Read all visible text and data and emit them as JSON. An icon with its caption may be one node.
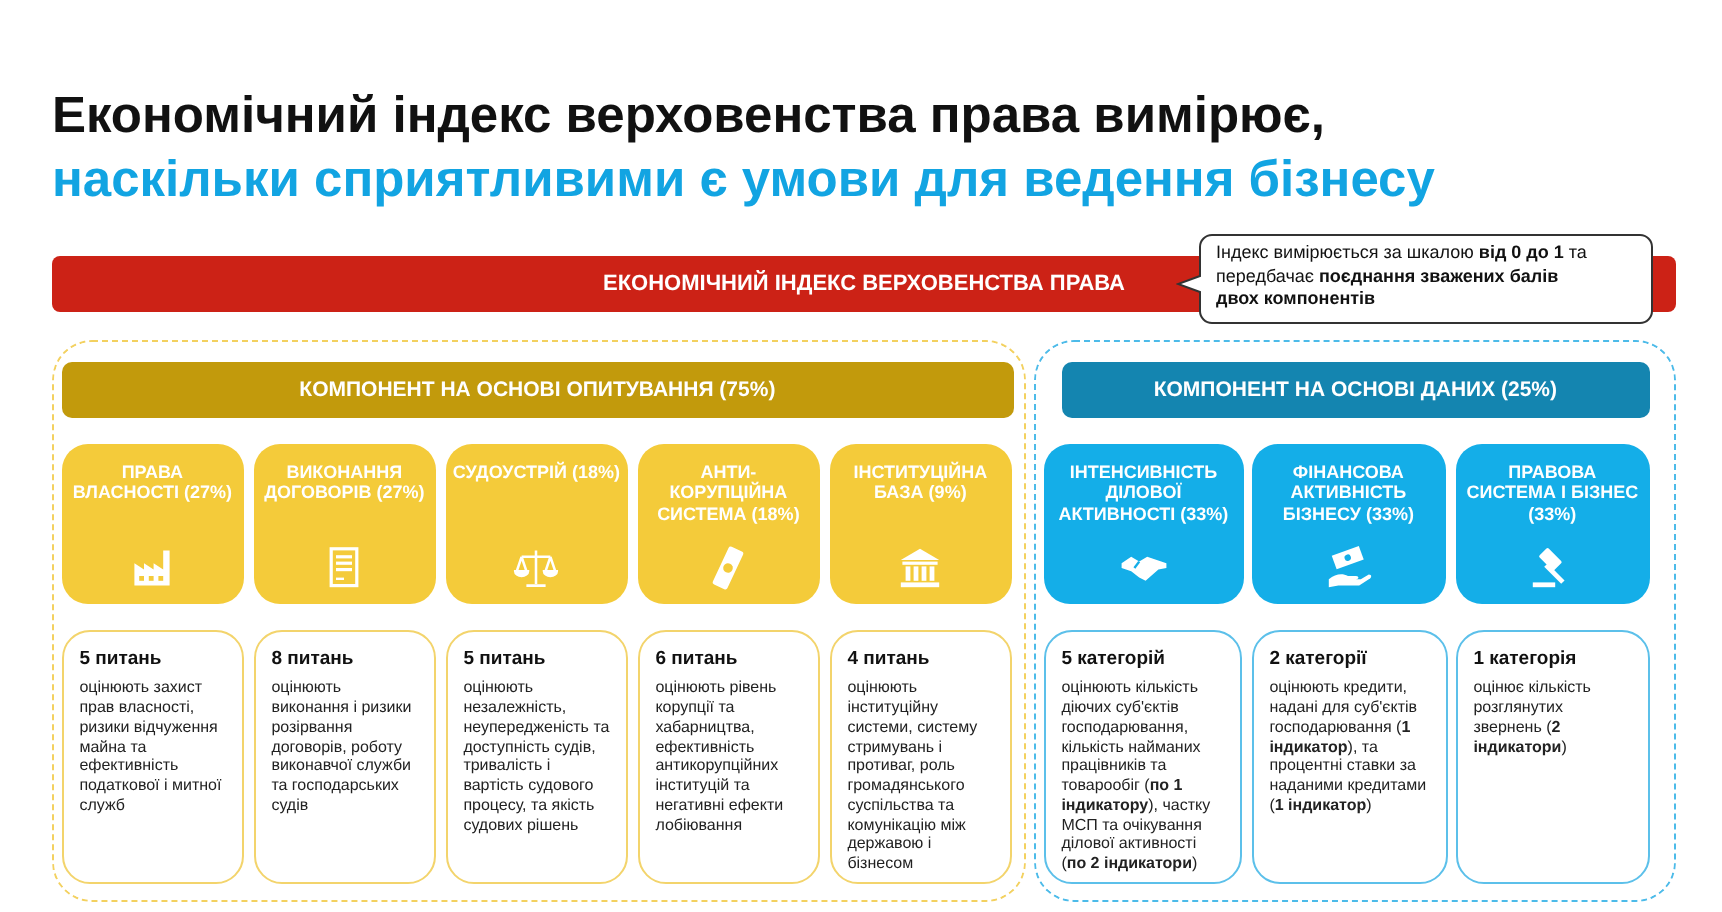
{
  "diagram": {
    "title": "Економічний індекс верховенства права вимірює,",
    "nodes": [
      {
        "text": [
          "ЕКОНОМІЧНИЙ ІНДЕКС ВЕРХОВЕНСТВА ПРАВА"
        ]
      },
      {
        "text": [
          "Індекс вимірюється за шкалою **від 0 до 1** та передбачає **поєднання зважених балів двох компонентів**"
        ]
      },
      {
        "text": [],
        "shape": "box"
      },
      {
        "text": [
          "КОМПОНЕНТ НА ОСНОВІ ОПИТУВАННЯ (75%)"
        ],
        "in": 2
      },
      {
        "text": [
          "ПРАВА ВЛАСНОСТІ (27%)"
        ],
        "in": 2
      },
      {
        "text": [
          "ВИКОНАННЯ ДОГОВОРІВ (27%)"
        ],
        "in": 2
      },
      {
        "text": [
          "СУДОУСТРІЙ (18%)"
        ],
        "in": 2
      },
      {
        "text": [
          "АНТИ-КОРУПЦІЙНА СИСТЕМА (18%)"
        ],
        "in": 2
      },
      {
        "text": [
          "ІНСТИТУЦІЙНА БАЗА (9%)"
        ],
        "in": 2
      },
      {
        "text": [
          "5 питань",
          "оцінюють захист прав власності, ризики відчуження майна та ефективність податкової і митної служб"
        ],
        "in": 2
      },
      {
        "text": [
          "8 питань",
          "оцінюють виконання і ризики розірвання договорів, роботу виконавчої служби та господарських судів"
        ],
        "in": 2
      },
      {
        "text": [
          "5 питань",
          "оцінюють незалежність, неупередженість та доступність судів, тривалість і вартість судового процесу, та якість судових рішень"
        ],
        "in": 2
      },
      {
        "text": [
          "6 питань",
          "оцінюють рівень корупції та хабарництва, ефективність антикорупційних інституцій та негативні ефекти лобіювання"
        ],
        "in": 2
      },
      {
        "text": [
          "4 питань",
          "оцінюють інституційну системи, систему стримувань і противаг, роль громадянського суспільства та комунікацію між державою і бізнесом"
        ],
        "in": 2
      },
      {
        "text": [],
        "shape": "box"
      },
      {
        "text": [
          "КОМПОНЕНТ НА ОСНОВІ ДАНИХ (25%)"
        ],
        "in": 14
      },
      {
        "text": [
          "ІНТЕНСИВНІСТЬ ДІЛОВОЇ АКТИВНОСТІ (33%)"
        ],
        "in": 14
      },
      {
        "text": [
          "ФІНАНСОВА АКТИВНІСТЬ БІЗНЕСУ (33%)"
        ],
        "in": 14
      },
      {
        "text": [
          "ПРАВОВА СИСТЕМА І БІЗНЕС (33%)"
        ],
        "in": 14
      },
      {
        "text": [
          "5 категорій",
          "оцінюють кількість діючих суб'єктів господарювання, кількість найманих працівників та товарообіг (**по 1 індикатору**), частку МСП та очікування ділової активності (**по 2 індикатори**)"
        ],
        "in": 14
      },
      {
        "text": [
          "2 категорії",
          "оцінюють кредити, надані для суб'єктів господарювання (**1 індикатор**), та процентні ставки за наданими кредитами (**1 індикатор**)"
        ],
        "in": 14
      },
      {
        "text": [
          "1 категорія",
          "оцінює кількість розглянутих звернень (**2 індикатори**)"
        ],
        "in": 14
      }
    ],
    "labels": [
      "наскільки сприятливими є умови для ведення бізнесу"
    ]
  }
}
